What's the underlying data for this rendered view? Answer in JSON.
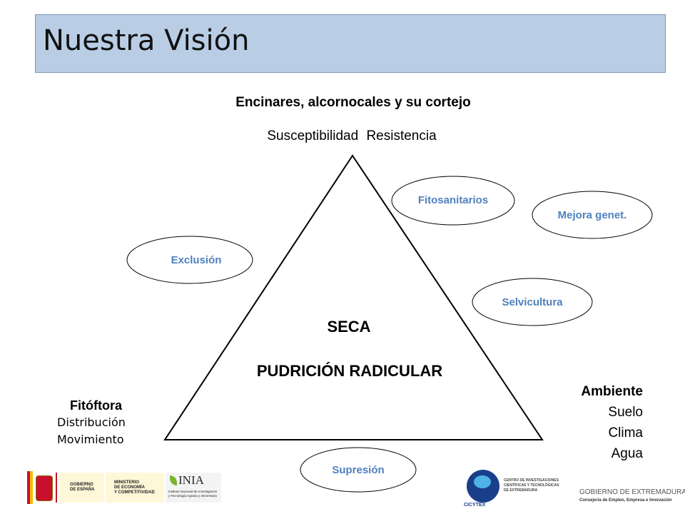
{
  "title": "Nuestra Visión",
  "host": {
    "heading": "Encinares, alcornocales y su cortejo",
    "left": "Susceptibilidad",
    "right": "Resistencia"
  },
  "center": {
    "line1": "SECA",
    "line2": "PUDRICIÓN RADICULAR"
  },
  "pathogen": {
    "heading": "Fitóftora",
    "items": [
      "Distribución",
      "Movimiento"
    ]
  },
  "environment": {
    "heading": "Ambiente",
    "items": [
      "Suelo",
      "Clima",
      "Agua"
    ]
  },
  "strategies": {
    "fitosanitarios": "Fitosanitarios",
    "mejora": "Mejora genet.",
    "exclusion": "Exclusión",
    "selvicultura": "Selvicultura",
    "supresion": "Supresión"
  },
  "logos": {
    "gobierno": [
      "GOBIERNO",
      "DE ESPAÑA"
    ],
    "ministerio": [
      "MINISTERIO",
      "DE ECONOMÍA",
      "Y COMPETITIVIDAD"
    ],
    "inia": "INIA",
    "inia_sub": [
      "Instituto Nacional de Investigación",
      "y Tecnología Agraria y Alimentaria"
    ],
    "cicytex": "CICYTEX",
    "centro": [
      "CENTRO DE INVESTIGACIONES",
      "CIENTÍFICAS Y TECNOLÓGICAS",
      "DE EXTREMADURA"
    ],
    "extremadura": "GOBIERNO DE EXTREMADURA",
    "consejeria": "Consejería de Empleo, Empresa e Innovación"
  },
  "colors": {
    "title_bar": "#b9cde5",
    "strategy_text": "#4f81bd"
  }
}
